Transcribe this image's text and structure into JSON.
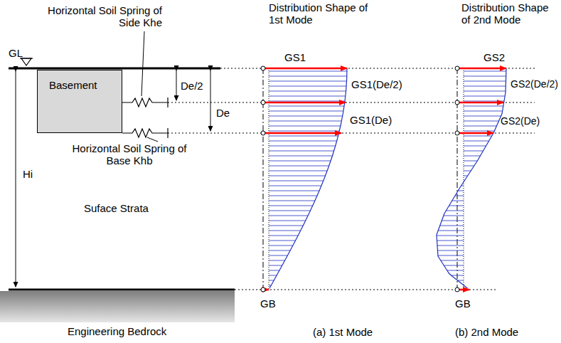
{
  "diagram": {
    "nodes": [
      {
        "text": [
          "Basement"
        ]
      },
      {
        "text": [
          "Engineering Bedrock"
        ]
      }
    ],
    "labels": [
      "GL",
      "Horizontal Soil Spring of Side Khe",
      "De/2",
      "De",
      "Horizontal Soil Spring of Base Khb",
      "Hi",
      "Suface Strata",
      "Distribution Shape of 1st Mode",
      "Distribution Shape of 2nd Mode",
      "GS1",
      "GS1(De/2)",
      "GS1(De)",
      "GB",
      "(a) 1st Mode",
      "GS2",
      "GS2(De/2)",
      "GS2(De)",
      "GB",
      "(b) 2nd Mode"
    ]
  }
}
